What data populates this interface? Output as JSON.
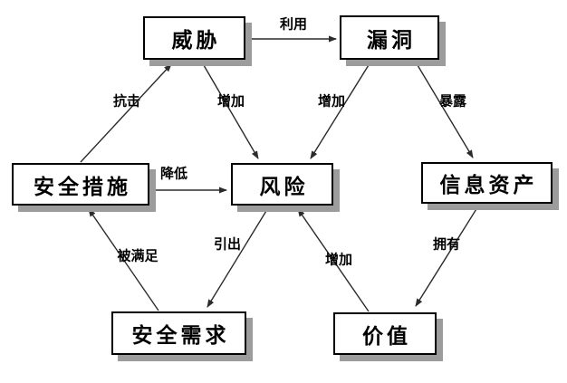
{
  "diagram": {
    "title": "risk-relationship-diagram",
    "colors": {
      "background": "#ffffff",
      "box_fill": "#ffffff",
      "box_border": "#000000",
      "shadow": "#9c9c9c",
      "line": "#2b2b2b",
      "text": "#000000"
    },
    "nodes": [
      {
        "id": "threat",
        "label": "威胁"
      },
      {
        "id": "vulnerability",
        "label": "漏洞"
      },
      {
        "id": "security-measures",
        "label": "安全措施"
      },
      {
        "id": "risk",
        "label": "风险"
      },
      {
        "id": "information-assets",
        "label": "信息资产"
      },
      {
        "id": "security-requirements",
        "label": "安全需求"
      },
      {
        "id": "value",
        "label": "价值"
      }
    ],
    "edges": [
      {
        "from": "威胁",
        "to": "漏洞",
        "label": "利用"
      },
      {
        "from": "安全措施",
        "to": "威胁",
        "label": "抗击"
      },
      {
        "from": "威胁",
        "to": "风险",
        "label": "增加"
      },
      {
        "from": "漏洞",
        "to": "风险",
        "label": "增加"
      },
      {
        "from": "漏洞",
        "to": "信息资产",
        "label": "暴露"
      },
      {
        "from": "安全措施",
        "to": "风险",
        "label": "降低"
      },
      {
        "from": "安全需求",
        "to": "安全措施",
        "label": "被满足"
      },
      {
        "from": "风险",
        "to": "安全需求",
        "label": "引出"
      },
      {
        "from": "价值",
        "to": "风险",
        "label": "增加"
      },
      {
        "from": "信息资产",
        "to": "价值",
        "label": "拥有"
      }
    ]
  }
}
